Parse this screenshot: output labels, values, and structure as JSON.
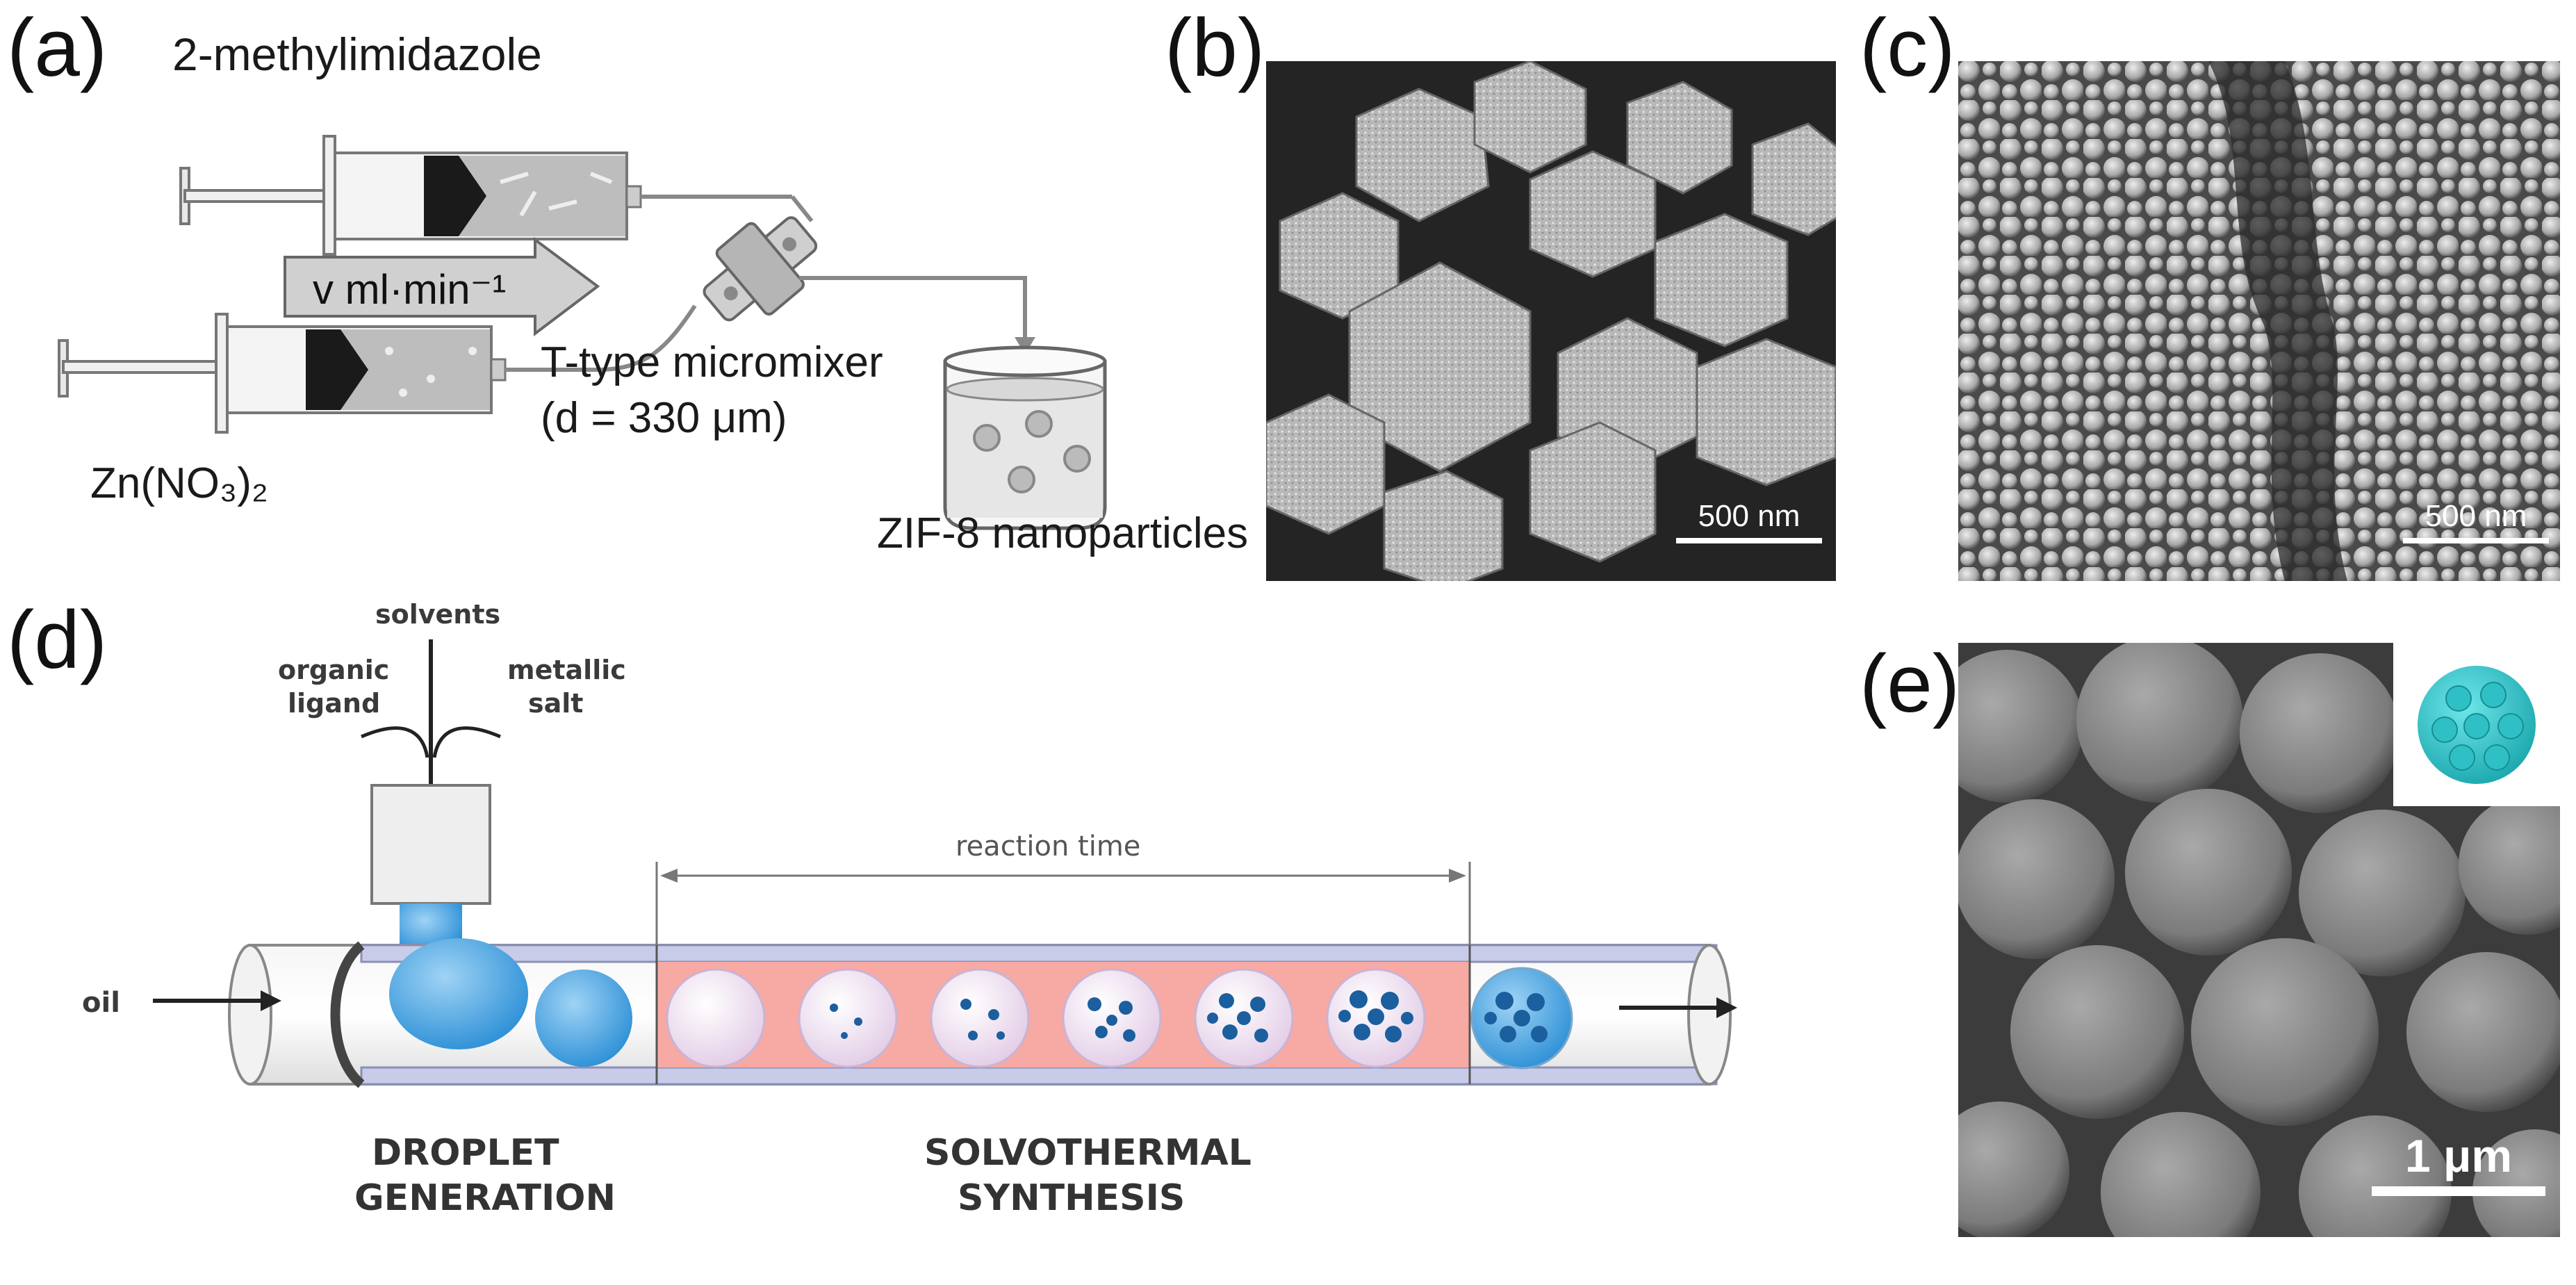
{
  "panel_a": {
    "letter": "(a)",
    "reagent_1": "2-methylimidazole",
    "flow_rate": "v ml·min⁻¹",
    "mixer_label": "T-type micromixer",
    "mixer_diameter": "(d = 330 μm)",
    "reagent_2": "Zn(NO₃)₂",
    "product": "ZIF-8 nanoparticles"
  },
  "panel_b": {
    "letter": "(b)",
    "scale": "500 nm"
  },
  "panel_c": {
    "letter": "(c)",
    "scale": "500 nm"
  },
  "panel_d": {
    "letter": "(d)",
    "solvents": "solvents",
    "organic_ligand_1": "organic",
    "organic_ligand_2": "ligand",
    "metallic_salt_1": "metallic",
    "metallic_salt_2": "salt",
    "oil": "oil",
    "reaction_time": "reaction time",
    "stage_1_line1": "DROPLET",
    "stage_1_line2": "GENERATION",
    "stage_2_line1": "SOLVOTHERMAL",
    "stage_2_line2": "SYNTHESIS"
  },
  "panel_e": {
    "letter": "(e)",
    "scale": "1 μm"
  },
  "colors": {
    "droplet_blue": "#4aa3e0",
    "reaction_pink": "#f7a9a4",
    "tube_outline": "#9aa3c8",
    "inset_particle": "#2fc0c6"
  }
}
